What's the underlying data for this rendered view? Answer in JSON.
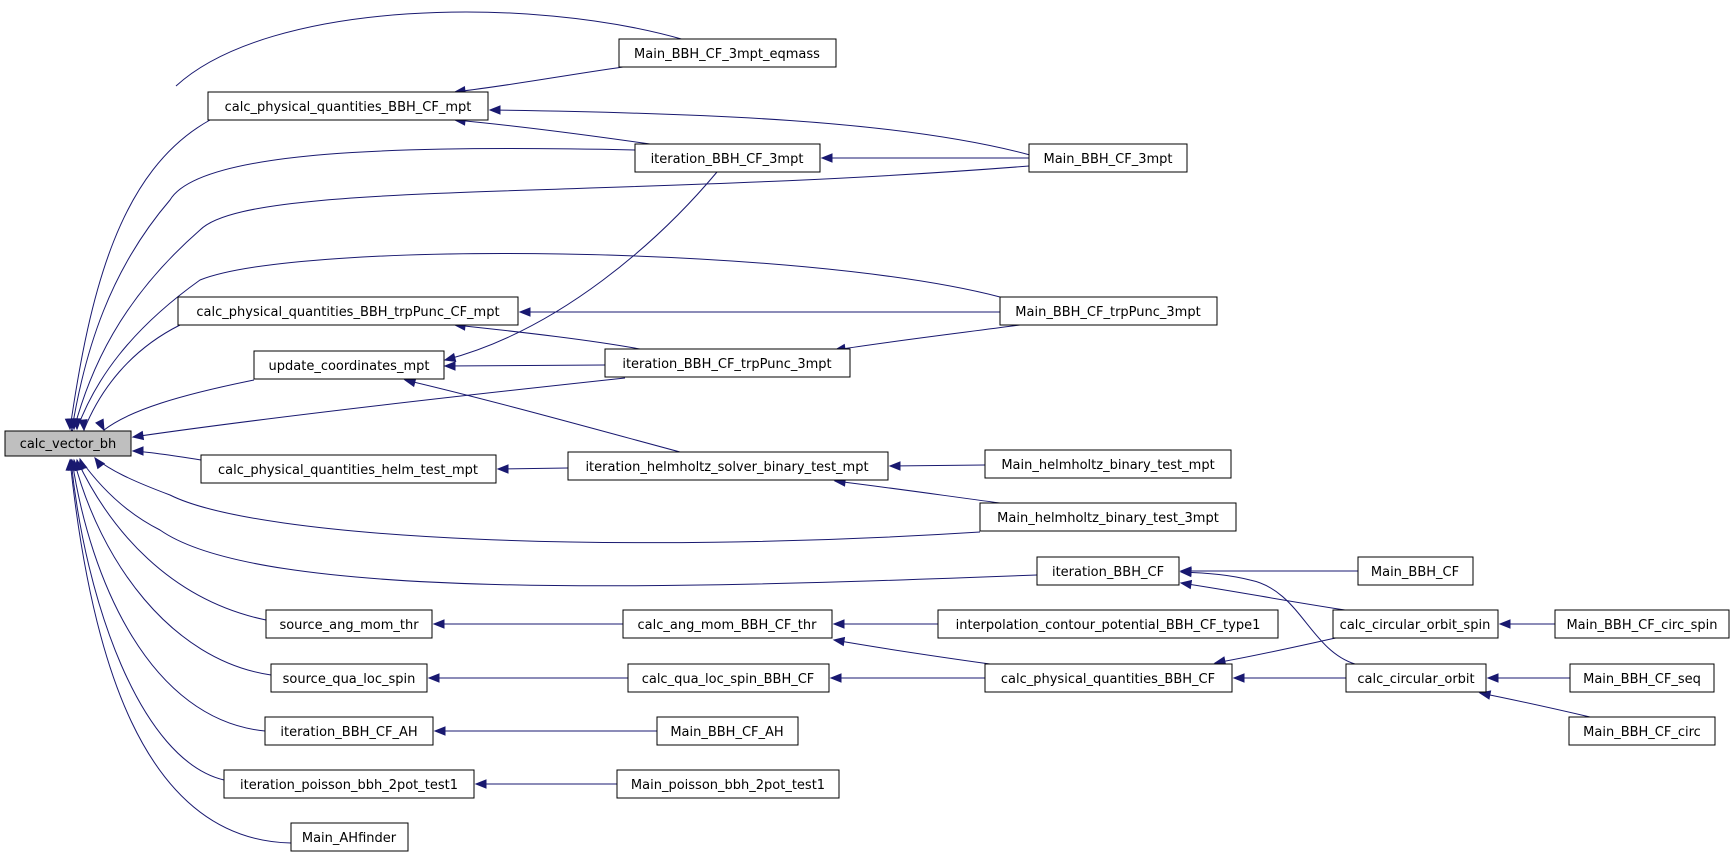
{
  "graph": {
    "root": "calc_vector_bh",
    "nodes": [
      {
        "id": "calc_vector_bh",
        "label": "calc_vector_bh"
      },
      {
        "id": "Main_BBH_CF_3mpt_eqmass",
        "label": "Main_BBH_CF_3mpt_eqmass"
      },
      {
        "id": "calc_physical_quantities_BBH_CF_mpt",
        "label": "calc_physical_quantities_BBH_CF_mpt"
      },
      {
        "id": "iteration_BBH_CF_3mpt",
        "label": "iteration_BBH_CF_3mpt"
      },
      {
        "id": "Main_BBH_CF_3mpt",
        "label": "Main_BBH_CF_3mpt"
      },
      {
        "id": "calc_physical_quantities_BBH_trpPunc_CF_mpt",
        "label": "calc_physical_quantities_BBH_trpPunc_CF_mpt"
      },
      {
        "id": "Main_BBH_CF_trpPunc_3mpt",
        "label": "Main_BBH_CF_trpPunc_3mpt"
      },
      {
        "id": "update_coordinates_mpt",
        "label": "update_coordinates_mpt"
      },
      {
        "id": "iteration_BBH_CF_trpPunc_3mpt",
        "label": "iteration_BBH_CF_trpPunc_3mpt"
      },
      {
        "id": "calc_physical_quantities_helm_test_mpt",
        "label": "calc_physical_quantities_helm_test_mpt"
      },
      {
        "id": "iteration_helmholtz_solver_binary_test_mpt",
        "label": "iteration_helmholtz_solver_binary_test_mpt"
      },
      {
        "id": "Main_helmholtz_binary_test_mpt",
        "label": "Main_helmholtz_binary_test_mpt"
      },
      {
        "id": "Main_helmholtz_binary_test_3mpt",
        "label": "Main_helmholtz_binary_test_3mpt"
      },
      {
        "id": "iteration_BBH_CF",
        "label": "iteration_BBH_CF"
      },
      {
        "id": "Main_BBH_CF",
        "label": "Main_BBH_CF"
      },
      {
        "id": "source_ang_mom_thr",
        "label": "source_ang_mom_thr"
      },
      {
        "id": "calc_ang_mom_BBH_CF_thr",
        "label": "calc_ang_mom_BBH_CF_thr"
      },
      {
        "id": "interpolation_contour_potential_BBH_CF_type1",
        "label": "interpolation_contour_potential_BBH_CF_type1"
      },
      {
        "id": "calc_circular_orbit_spin",
        "label": "calc_circular_orbit_spin"
      },
      {
        "id": "Main_BBH_CF_circ_spin",
        "label": "Main_BBH_CF_circ_spin"
      },
      {
        "id": "source_qua_loc_spin",
        "label": "source_qua_loc_spin"
      },
      {
        "id": "calc_qua_loc_spin_BBH_CF",
        "label": "calc_qua_loc_spin_BBH_CF"
      },
      {
        "id": "calc_physical_quantities_BBH_CF",
        "label": "calc_physical_quantities_BBH_CF"
      },
      {
        "id": "calc_circular_orbit",
        "label": "calc_circular_orbit"
      },
      {
        "id": "Main_BBH_CF_seq",
        "label": "Main_BBH_CF_seq"
      },
      {
        "id": "Main_BBH_CF_circ",
        "label": "Main_BBH_CF_circ"
      },
      {
        "id": "iteration_BBH_CF_AH",
        "label": "iteration_BBH_CF_AH"
      },
      {
        "id": "Main_BBH_CF_AH",
        "label": "Main_BBH_CF_AH"
      },
      {
        "id": "iteration_poisson_bbh_2pot_test1",
        "label": "iteration_poisson_bbh_2pot_test1"
      },
      {
        "id": "Main_poisson_bbh_2pot_test1",
        "label": "Main_poisson_bbh_2pot_test1"
      },
      {
        "id": "Main_AHfinder",
        "label": "Main_AHfinder"
      }
    ],
    "edges": [
      {
        "from": "calc_vector_bh",
        "to": "Main_BBH_CF_3mpt_eqmass"
      },
      {
        "from": "calc_vector_bh",
        "to": "calc_physical_quantities_BBH_CF_mpt"
      },
      {
        "from": "calc_vector_bh",
        "to": "iteration_BBH_CF_3mpt"
      },
      {
        "from": "calc_vector_bh",
        "to": "Main_BBH_CF_3mpt"
      },
      {
        "from": "calc_vector_bh",
        "to": "Main_BBH_CF_trpPunc_3mpt"
      },
      {
        "from": "calc_vector_bh",
        "to": "calc_physical_quantities_BBH_trpPunc_CF_mpt"
      },
      {
        "from": "calc_vector_bh",
        "to": "update_coordinates_mpt"
      },
      {
        "from": "calc_vector_bh",
        "to": "iteration_BBH_CF_trpPunc_3mpt"
      },
      {
        "from": "calc_vector_bh",
        "to": "calc_physical_quantities_helm_test_mpt"
      },
      {
        "from": "calc_vector_bh",
        "to": "Main_helmholtz_binary_test_3mpt"
      },
      {
        "from": "calc_vector_bh",
        "to": "iteration_BBH_CF"
      },
      {
        "from": "calc_vector_bh",
        "to": "source_ang_mom_thr"
      },
      {
        "from": "calc_vector_bh",
        "to": "source_qua_loc_spin"
      },
      {
        "from": "calc_vector_bh",
        "to": "iteration_BBH_CF_AH"
      },
      {
        "from": "calc_vector_bh",
        "to": "iteration_poisson_bbh_2pot_test1"
      },
      {
        "from": "calc_vector_bh",
        "to": "Main_AHfinder"
      },
      {
        "from": "calc_physical_quantities_BBH_CF_mpt",
        "to": "Main_BBH_CF_3mpt_eqmass"
      },
      {
        "from": "calc_physical_quantities_BBH_CF_mpt",
        "to": "iteration_BBH_CF_3mpt"
      },
      {
        "from": "calc_physical_quantities_BBH_CF_mpt",
        "to": "Main_BBH_CF_3mpt"
      },
      {
        "from": "iteration_BBH_CF_3mpt",
        "to": "Main_BBH_CF_3mpt"
      },
      {
        "from": "calc_physical_quantities_BBH_trpPunc_CF_mpt",
        "to": "Main_BBH_CF_trpPunc_3mpt"
      },
      {
        "from": "calc_physical_quantities_BBH_trpPunc_CF_mpt",
        "to": "iteration_BBH_CF_trpPunc_3mpt"
      },
      {
        "from": "update_coordinates_mpt",
        "to": "iteration_BBH_CF_3mpt"
      },
      {
        "from": "update_coordinates_mpt",
        "to": "iteration_BBH_CF_trpPunc_3mpt"
      },
      {
        "from": "update_coordinates_mpt",
        "to": "iteration_helmholtz_solver_binary_test_mpt"
      },
      {
        "from": "iteration_BBH_CF_trpPunc_3mpt",
        "to": "Main_BBH_CF_trpPunc_3mpt"
      },
      {
        "from": "calc_physical_quantities_helm_test_mpt",
        "to": "iteration_helmholtz_solver_binary_test_mpt"
      },
      {
        "from": "iteration_helmholtz_solver_binary_test_mpt",
        "to": "Main_helmholtz_binary_test_mpt"
      },
      {
        "from": "iteration_helmholtz_solver_binary_test_mpt",
        "to": "Main_helmholtz_binary_test_3mpt"
      },
      {
        "from": "iteration_BBH_CF",
        "to": "Main_BBH_CF"
      },
      {
        "from": "iteration_BBH_CF",
        "to": "calc_circular_orbit_spin"
      },
      {
        "from": "iteration_BBH_CF",
        "to": "calc_circular_orbit"
      },
      {
        "from": "source_ang_mom_thr",
        "to": "calc_ang_mom_BBH_CF_thr"
      },
      {
        "from": "calc_ang_mom_BBH_CF_thr",
        "to": "interpolation_contour_potential_BBH_CF_type1"
      },
      {
        "from": "calc_ang_mom_BBH_CF_thr",
        "to": "calc_physical_quantities_BBH_CF"
      },
      {
        "from": "source_qua_loc_spin",
        "to": "calc_qua_loc_spin_BBH_CF"
      },
      {
        "from": "calc_qua_loc_spin_BBH_CF",
        "to": "calc_physical_quantities_BBH_CF"
      },
      {
        "from": "calc_physical_quantities_BBH_CF",
        "to": "calc_circular_orbit_spin"
      },
      {
        "from": "calc_physical_quantities_BBH_CF",
        "to": "calc_circular_orbit"
      },
      {
        "from": "calc_circular_orbit_spin",
        "to": "Main_BBH_CF_circ_spin"
      },
      {
        "from": "calc_circular_orbit",
        "to": "Main_BBH_CF_seq"
      },
      {
        "from": "calc_circular_orbit",
        "to": "Main_BBH_CF_circ"
      },
      {
        "from": "iteration_BBH_CF_AH",
        "to": "Main_BBH_CF_AH"
      },
      {
        "from": "iteration_poisson_bbh_2pot_test1",
        "to": "Main_poisson_bbh_2pot_test1"
      }
    ],
    "colors": {
      "edge": "#191970",
      "node_border": "#000000",
      "node_fill": "#ffffff",
      "root_fill": "#bfbfbf"
    }
  }
}
